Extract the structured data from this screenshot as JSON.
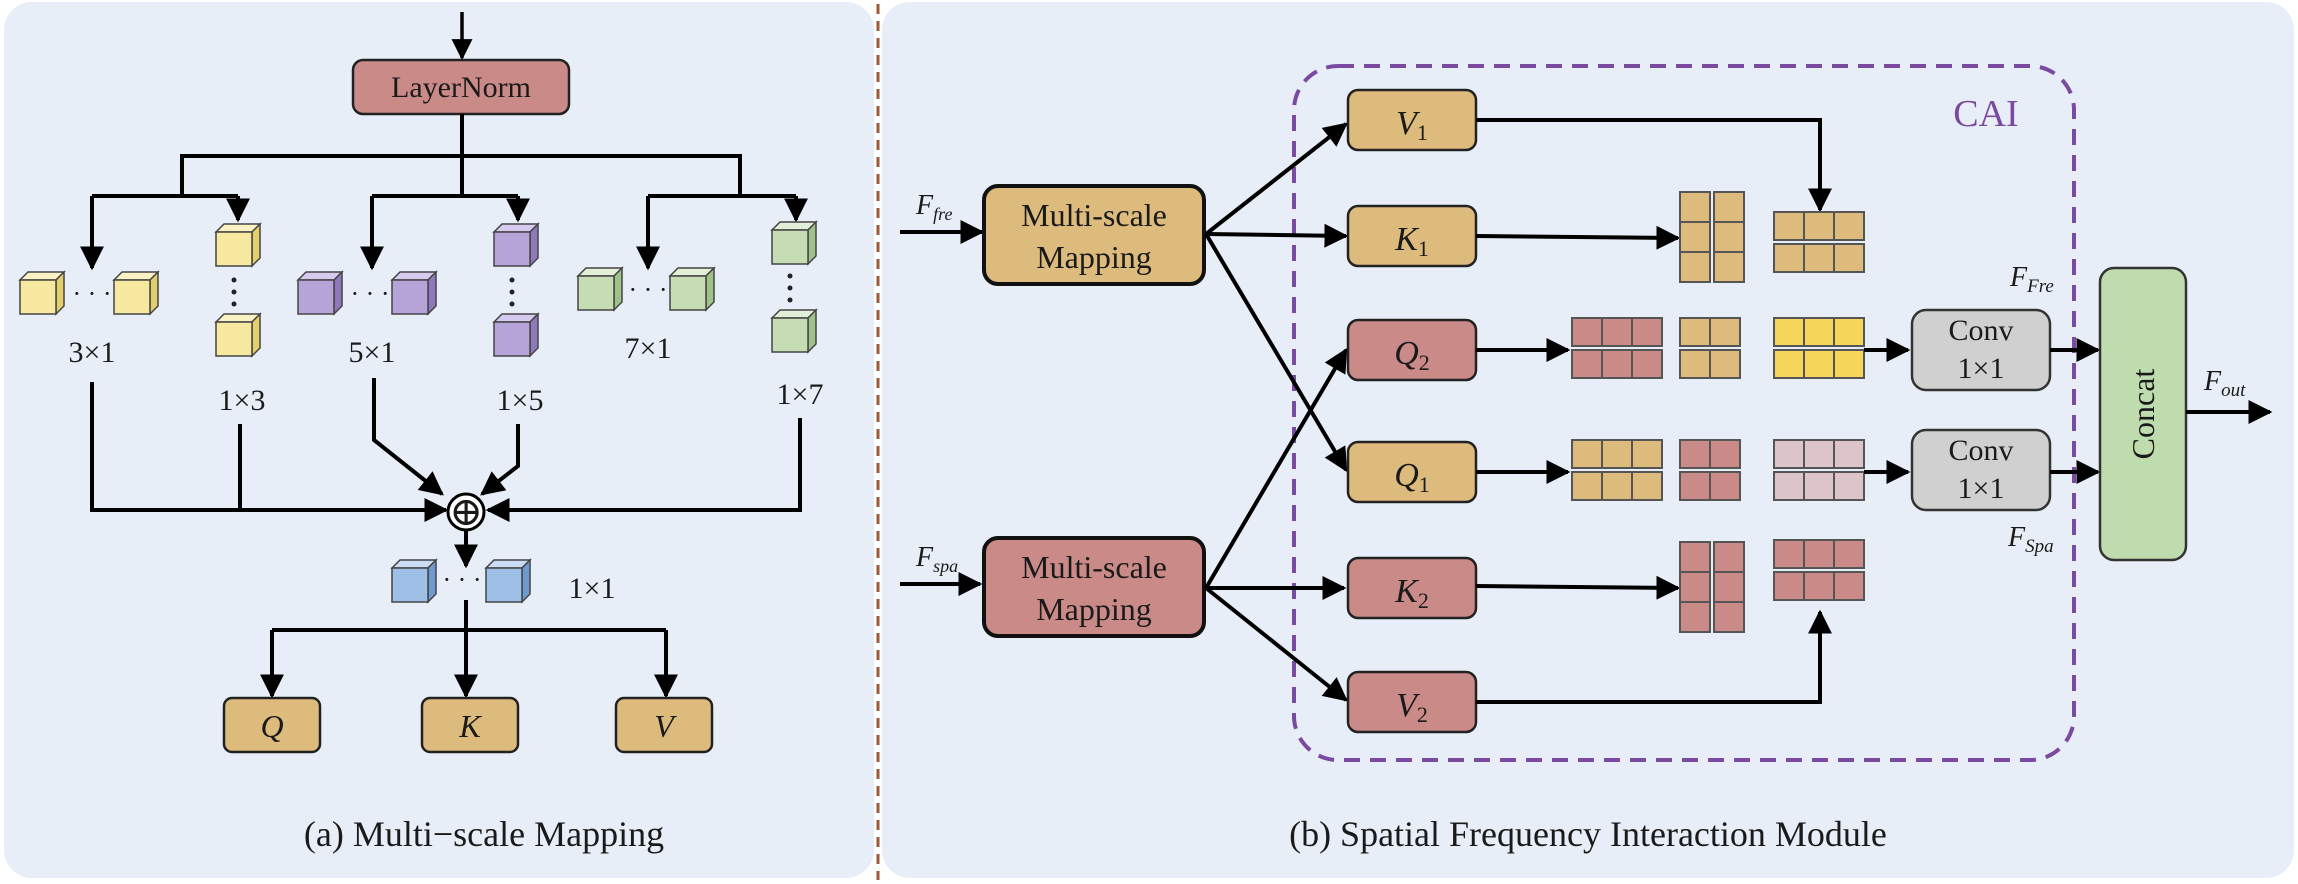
{
  "colors": {
    "panel_bg": "#e8eef8",
    "divider": "#9c5a38",
    "layernorm": "#c98a88",
    "q": "#dcbb7c",
    "pink": "#c98a88",
    "yellow_cube": "#f7e8a0",
    "purple_cube": "#b6a4d8",
    "green_cube": "#c6ddb4",
    "blue_cube": "#9fc0e6",
    "conv": "#d0d0d0",
    "concat": "#bfdcae",
    "cai_border": "#7a4aa0",
    "bright_yellow": "#f5d55a",
    "light_pink": "#dcc4c8"
  },
  "panel_a": {
    "caption": "(a) Multi−scale Mapping",
    "layernorm": "LayerNorm",
    "kernels": [
      "3×1",
      "1×3",
      "5×1",
      "1×5",
      "7×1",
      "1×7"
    ],
    "pointwise": "1×1",
    "sum_symbol": "⊕",
    "outputs": [
      "Q",
      "K",
      "V"
    ]
  },
  "panel_b": {
    "caption": "(b) Spatial Frequency Interaction Module",
    "cai_label": "CAI",
    "msm_top": [
      "Multi-scale",
      "Mapping"
    ],
    "msm_bottom": [
      "Multi-scale",
      "Mapping"
    ],
    "input_fre": {
      "main": "F",
      "sub": "fre"
    },
    "input_spa": {
      "main": "F",
      "sub": "spa"
    },
    "nodes": [
      {
        "main": "V",
        "sub": "1"
      },
      {
        "main": "K",
        "sub": "1"
      },
      {
        "main": "Q",
        "sub": "2"
      },
      {
        "main": "Q",
        "sub": "1"
      },
      {
        "main": "K",
        "sub": "2"
      },
      {
        "main": "V",
        "sub": "2"
      }
    ],
    "conv_top": [
      "Conv",
      "1×1"
    ],
    "conv_bottom": [
      "Conv",
      "1×1"
    ],
    "label_ffre": {
      "main": "F",
      "sub": "Fre"
    },
    "label_fspa": {
      "main": "F",
      "sub": "Spa"
    },
    "concat": "Concat",
    "output": {
      "main": "F",
      "sub": "out"
    }
  }
}
